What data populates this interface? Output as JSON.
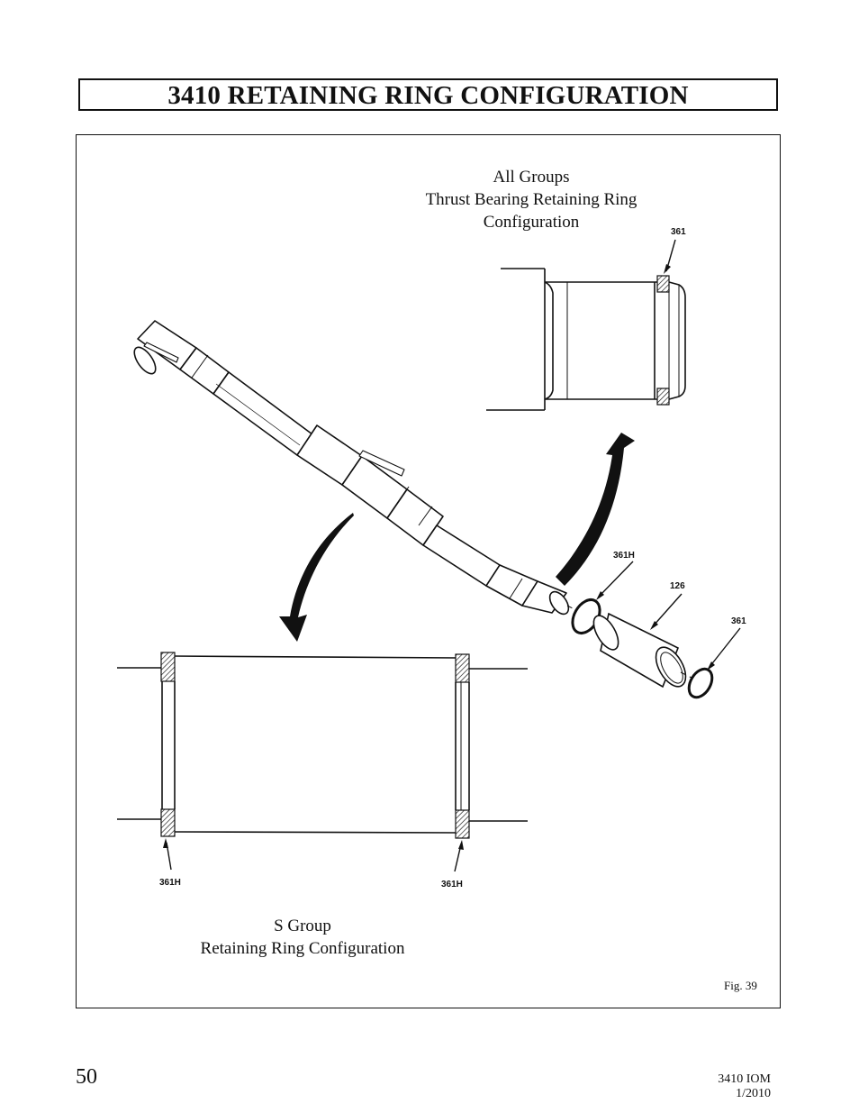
{
  "page": {
    "title": "3410 RETAINING RING CONFIGURATION",
    "page_number": "50",
    "doc_ref": "3410 IOM 1/2010"
  },
  "figure": {
    "label": "Fig. 39",
    "top_caption": {
      "line1": "All Groups",
      "line2": "Thrust Bearing Retaining Ring",
      "line3": "Configuration"
    },
    "bottom_caption": {
      "line1": "S Group",
      "line2": "Retaining Ring Configuration"
    },
    "callouts": {
      "top_ring": "361",
      "exploded_361h": "361H",
      "sleeve": "126",
      "exploded_361": "361",
      "bottom_left": "361H",
      "bottom_right": "361H"
    }
  }
}
